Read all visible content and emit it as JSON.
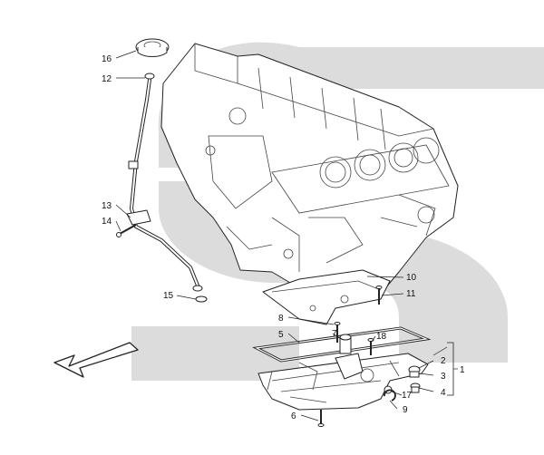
{
  "diagram": {
    "watermark_color": "#dcdcdc",
    "arrow_icon": "front-direction-arrow",
    "callouts": [
      {
        "id": "c16",
        "text": "16"
      },
      {
        "id": "c12",
        "text": "12"
      },
      {
        "id": "c13",
        "text": "13"
      },
      {
        "id": "c14",
        "text": "14"
      },
      {
        "id": "c15",
        "text": "15"
      },
      {
        "id": "c10",
        "text": "10"
      },
      {
        "id": "c11",
        "text": "11"
      },
      {
        "id": "c8",
        "text": "8"
      },
      {
        "id": "c5",
        "text": "5"
      },
      {
        "id": "c7",
        "text": "7"
      },
      {
        "id": "c18",
        "text": "18"
      },
      {
        "id": "c2",
        "text": "2"
      },
      {
        "id": "c1",
        "text": "1"
      },
      {
        "id": "c3",
        "text": "3"
      },
      {
        "id": "c17",
        "text": "17"
      },
      {
        "id": "c4",
        "text": "4"
      },
      {
        "id": "c9",
        "text": "9"
      },
      {
        "id": "c6",
        "text": "6"
      }
    ]
  }
}
